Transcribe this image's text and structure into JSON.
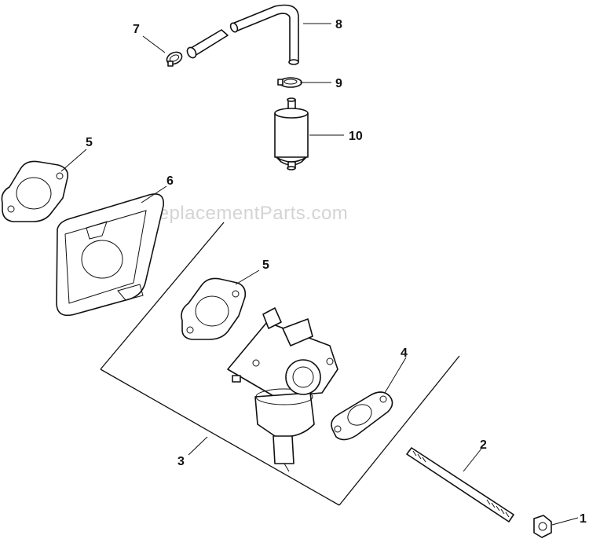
{
  "watermark": "eReplacementParts.com",
  "callouts": {
    "c1": "1",
    "c2": "2",
    "c3": "3",
    "c4": "4",
    "c5a": "5",
    "c5b": "5",
    "c6": "6",
    "c7": "7",
    "c8": "8",
    "c9": "9",
    "c10": "10"
  }
}
